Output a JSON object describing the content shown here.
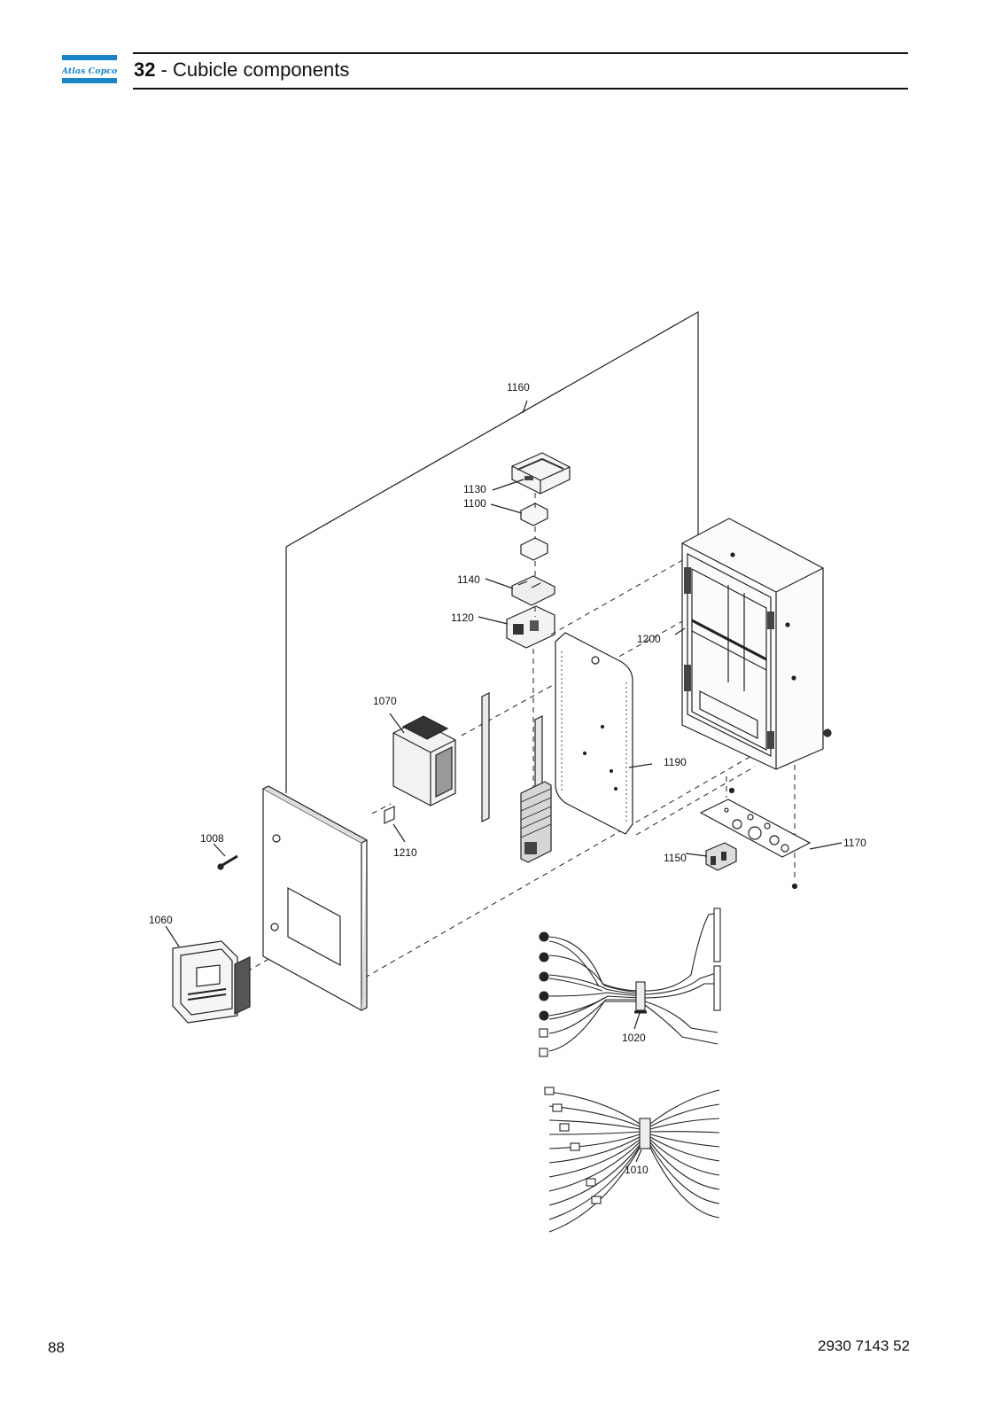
{
  "header": {
    "brand": "Atlas Copco",
    "section_number": "32",
    "section_separator": " - ",
    "section_title": "Cubicle components"
  },
  "diagram": {
    "part_labels": {
      "p1160": "1160",
      "p1130": "1130",
      "p1100": "1100",
      "p1140": "1140",
      "p1120": "1120",
      "p1200": "1200",
      "p1070": "1070",
      "p1190": "1190",
      "p1008": "1008",
      "p1210": "1210",
      "p1170": "1170",
      "p1150": "1150",
      "p1060": "1060",
      "p1020": "1020",
      "p1010": "1010"
    }
  },
  "footer": {
    "page_number": "88",
    "document_number": "2930 7143 52"
  }
}
